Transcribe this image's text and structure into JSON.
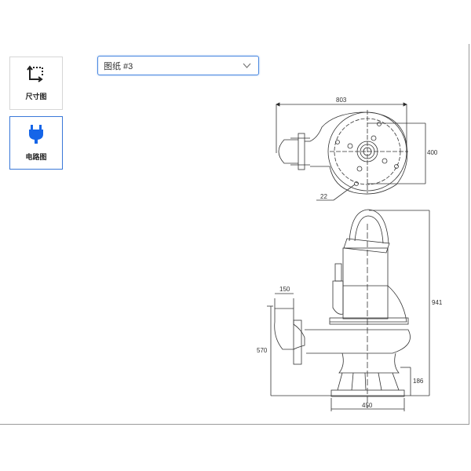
{
  "sidebar": {
    "items": [
      {
        "label": "尺寸图",
        "icon": "dimension-icon",
        "active": false
      },
      {
        "label": "电路图",
        "icon": "plug-icon",
        "active": true
      }
    ]
  },
  "drawing_select": {
    "value": "图纸 #3"
  },
  "drawing": {
    "top_view": {
      "width_dim": "803",
      "height_dim": "400",
      "hole_dim": "22"
    },
    "side_view": {
      "height_dim": "941",
      "outlet_dim": "150",
      "outlet_height_dim": "570",
      "base_height_dim": "186",
      "base_width_dim": "450"
    }
  },
  "colors": {
    "accent": "#3a78d8",
    "icon_blue": "#1565e8"
  }
}
